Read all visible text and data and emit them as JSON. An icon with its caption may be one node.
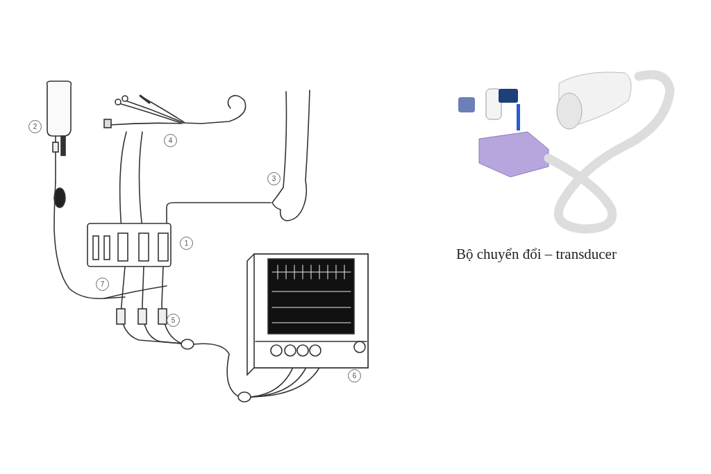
{
  "diagram": {
    "caption": "Bộ chuyển đổi – transducer",
    "labels": [
      "2",
      "4",
      "3",
      "1",
      "7",
      "5",
      "6"
    ]
  }
}
